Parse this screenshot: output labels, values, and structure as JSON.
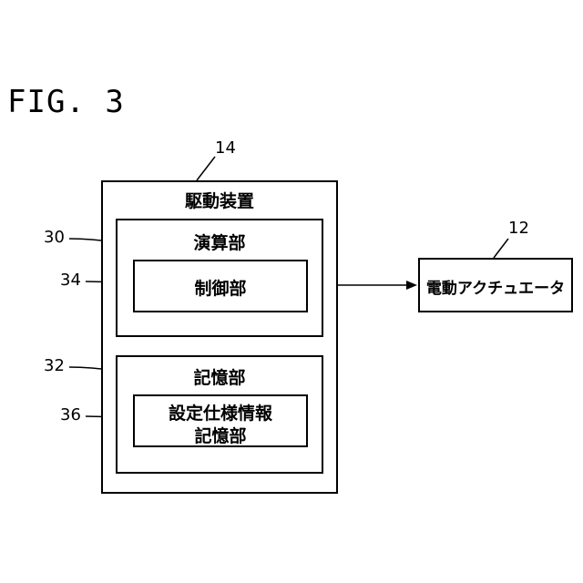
{
  "figure": {
    "title": "FIG. 3"
  },
  "drive_device": {
    "ref": "14",
    "label": "駆動装置"
  },
  "compute_unit": {
    "ref": "30",
    "label": "演算部"
  },
  "control_unit": {
    "ref": "34",
    "label": "制御部"
  },
  "memory_unit": {
    "ref": "32",
    "label": "記憶部"
  },
  "spec_memory_unit": {
    "ref": "36",
    "label_line1": "設定仕様情報",
    "label_line2": "記憶部"
  },
  "actuator": {
    "ref": "12",
    "label": "電動アクチュエータ"
  }
}
